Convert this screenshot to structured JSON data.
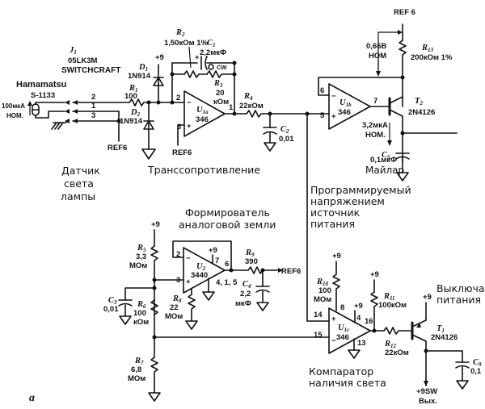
{
  "figure_label": "а",
  "captions": {
    "sensor": [
      "Датчик",
      "света",
      "лампы"
    ],
    "transimpedance": "Транссопротивление",
    "analog_ground": [
      "Формирователь",
      "аналоговой земли"
    ],
    "programmable_supply": [
      "Программируемый",
      "напряжением",
      "источник",
      "питания"
    ],
    "comparator": [
      "Компаратор",
      "наличия света"
    ],
    "power_switch": [
      "Выключат.",
      "питания"
    ]
  },
  "sensor": {
    "name": "Hamamatsu",
    "part": "S-1133",
    "current": "100мкА",
    "current_note": "НОМ."
  },
  "connector": {
    "ref": "J",
    "ref_sub": "1",
    "part": "05LK3M",
    "maker": "SWITCHCRAFT",
    "pins": [
      "2",
      "1",
      "3"
    ]
  },
  "supplies": {
    "plus9": "+9",
    "ref6": "REF6",
    "ref6_spaced": "REF 6"
  },
  "components": {
    "R1": {
      "ref": "R",
      "sub": "1",
      "value": "100"
    },
    "R2": {
      "ref": "R",
      "sub": "2",
      "value": "1,50кОм 1%"
    },
    "R3": {
      "ref": "R",
      "sub": "3",
      "value": [
        "20",
        "кОм"
      ],
      "note": "CW"
    },
    "R4": {
      "ref": "R",
      "sub": "4",
      "value": "22кОм"
    },
    "R5": {
      "ref": "R",
      "sub": "5",
      "value": [
        "3,3",
        "МОм"
      ]
    },
    "R6": {
      "ref": "R",
      "sub": "6",
      "value": [
        "100",
        "кОм"
      ]
    },
    "R7": {
      "ref": "R",
      "sub": "7",
      "value": [
        "6,8",
        "МОм"
      ]
    },
    "R8": {
      "ref": "R",
      "sub": "8",
      "value": [
        "22",
        "МОм"
      ]
    },
    "R9": {
      "ref": "R",
      "sub": "9",
      "value": "390"
    },
    "R10": {
      "ref": "R",
      "sub": "10",
      "value": [
        "100",
        "МОм"
      ]
    },
    "R11": {
      "ref": "R",
      "sub": "11",
      "value": "100кОм"
    },
    "R12": {
      "ref": "R",
      "sub": "12",
      "value": "22кОм"
    },
    "R13": {
      "ref": "R",
      "sub": "13",
      "value": "200кОм 1%"
    },
    "C1": {
      "ref": "C",
      "sub": "1",
      "value": "2,2мкФ"
    },
    "C2": {
      "ref": "C",
      "sub": "2",
      "value": "0,01"
    },
    "C3": {
      "ref": "C",
      "sub": "3",
      "value": "0,01"
    },
    "C4": {
      "ref": "C",
      "sub": "4",
      "value": [
        "2,2",
        "мкФ"
      ]
    },
    "C5": {
      "ref": "C",
      "sub": "5",
      "value": "0,1мкФ",
      "note": "Майлар"
    },
    "C9": {
      "ref": "C",
      "sub": "9",
      "value": "0,1"
    },
    "D1": {
      "ref": "D",
      "sub": "1",
      "value": "1N914"
    },
    "D2": {
      "ref": "D",
      "sub": "2",
      "value": "1N914"
    },
    "U1a": {
      "ref": "U",
      "sub": "1a",
      "value": "346",
      "pins": {
        "inv": "2",
        "noninv": "3",
        "out": "1"
      }
    },
    "U1b": {
      "ref": "U",
      "sub": "1b",
      "value": "346",
      "pins": {
        "inv": "6",
        "noninv": "5",
        "out": "7"
      }
    },
    "U1c": {
      "ref": "U",
      "sub": "1c",
      "value": "346",
      "pins": {
        "noninv": "14",
        "inv": "15",
        "out": "16",
        "vplus": "4",
        "gnd": "13",
        "pullup": "8"
      }
    },
    "U2": {
      "ref": "U",
      "sub": "2",
      "value": "3440",
      "pins": {
        "inv": "2",
        "noninv": "3",
        "out": "6",
        "vplus": "7",
        "gnd": "4, 1, 5"
      }
    },
    "T1": {
      "ref": "T",
      "sub": "1",
      "value": "2N4126"
    },
    "T2": {
      "ref": "T",
      "sub": "2",
      "value": "2N4126"
    }
  },
  "annotations": {
    "voltage": [
      "0,66В",
      "НОМ"
    ],
    "current": [
      "3,2мкА",
      "НОМ."
    ],
    "output": [
      "+9SW",
      "Вых."
    ]
  }
}
